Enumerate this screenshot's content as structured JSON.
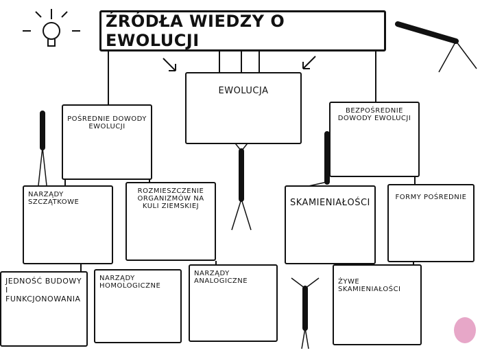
{
  "title": "ŹRÓDŁA WIEDZY O EWOLUCJI",
  "nodes": {
    "ewolucja": "EWOLUCJA",
    "posrednie": "POŚREDNIE DOWODY EWOLUCJI",
    "bezposrednie": "BEZPOŚREDNIE DOWODY EWOLUCJI",
    "szczatkowe": "NARZĄDY SZCZĄTKOWE",
    "rozmieszczenie": "ROZMIESZCZENIE ORGANIZMÓW NA KULI ZIEMSKIEJ",
    "skamienialosci": "SKAMIENIAŁOŚCI",
    "formy": "FORMY POŚREDNIE",
    "jednosc": "JEDNOŚĆ BUDOWY I FUNKCJONOWANIA",
    "homologiczne": "NARZĄDY HOMOLOGICZNE",
    "analogiczne": "NARZĄDY ANALOGICZNE",
    "zywe": "ŻYWE SKAMIENIAŁOŚCI"
  },
  "icons": [
    "lightbulb-icon",
    "stick-figure-icon",
    "arrow-icon",
    "author-logo"
  ]
}
